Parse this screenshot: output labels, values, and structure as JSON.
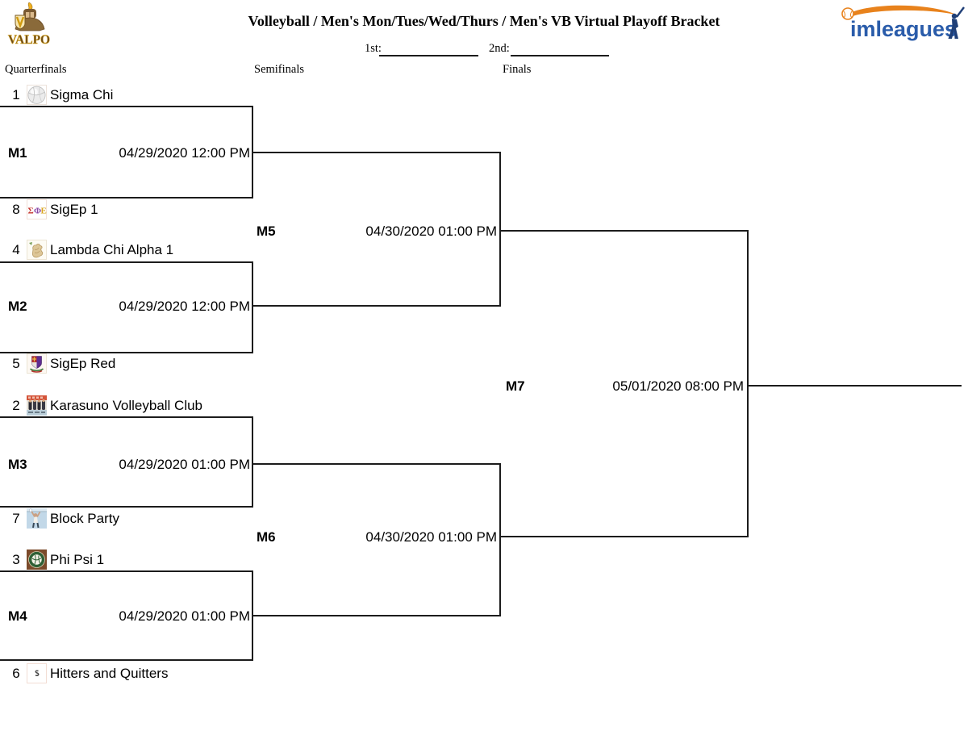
{
  "header": {
    "valpo_text": "VALPO",
    "title": "Volleyball / Men's Mon/Tues/Wed/Thurs / Men's VB Virtual Playoff Bracket",
    "imleagues_im": "im",
    "imleagues_leagues": "leagues",
    "first_label": "1st:",
    "second_label": "2nd:"
  },
  "columns": [
    {
      "label": "Quarterfinals"
    },
    {
      "label": "Semifinals"
    },
    {
      "label": "Finals"
    }
  ],
  "teams": [
    {
      "seed": "1",
      "name": "Sigma Chi",
      "icon": "gray-volleyball-icon"
    },
    {
      "seed": "8",
      "name": "SigEp 1",
      "icon": "sigep-greek-letters-icon",
      "icon_letters": [
        "Σ",
        "Φ",
        "Ε"
      ]
    },
    {
      "seed": "4",
      "name": "Lambda Chi Alpha 1",
      "icon": "lion-crest-icon"
    },
    {
      "seed": "5",
      "name": "SigEp Red",
      "icon": "sigep-crest-icon"
    },
    {
      "seed": "2",
      "name": "Karasuno Volleyball Club",
      "icon": "karasuno-team-photo-icon"
    },
    {
      "seed": "7",
      "name": "Block Party",
      "icon": "volleyball-block-photo-icon"
    },
    {
      "seed": "3",
      "name": "Phi Psi 1",
      "icon": "green-volleyball-badge-icon"
    },
    {
      "seed": "6",
      "name": "Hitters and Quitters",
      "icon": "tiny-squiggle-icon"
    }
  ],
  "matches": [
    {
      "id": "M1",
      "datetime": "04/29/2020 12:00 PM"
    },
    {
      "id": "M2",
      "datetime": "04/29/2020 12:00 PM"
    },
    {
      "id": "M3",
      "datetime": "04/29/2020 01:00 PM"
    },
    {
      "id": "M4",
      "datetime": "04/29/2020 01:00 PM"
    },
    {
      "id": "M5",
      "datetime": "04/30/2020 01:00 PM"
    },
    {
      "id": "M6",
      "datetime": "04/30/2020 01:00 PM"
    },
    {
      "id": "M7",
      "datetime": "05/01/2020 08:00 PM"
    }
  ],
  "colors": {
    "line": "#1c1c1c",
    "text": "#000000",
    "imleagues_blue": "#2a5caa",
    "imleagues_orange": "#e8821c",
    "valpo_brown": "#6b4a1e",
    "valpo_gold": "#f0b323"
  }
}
